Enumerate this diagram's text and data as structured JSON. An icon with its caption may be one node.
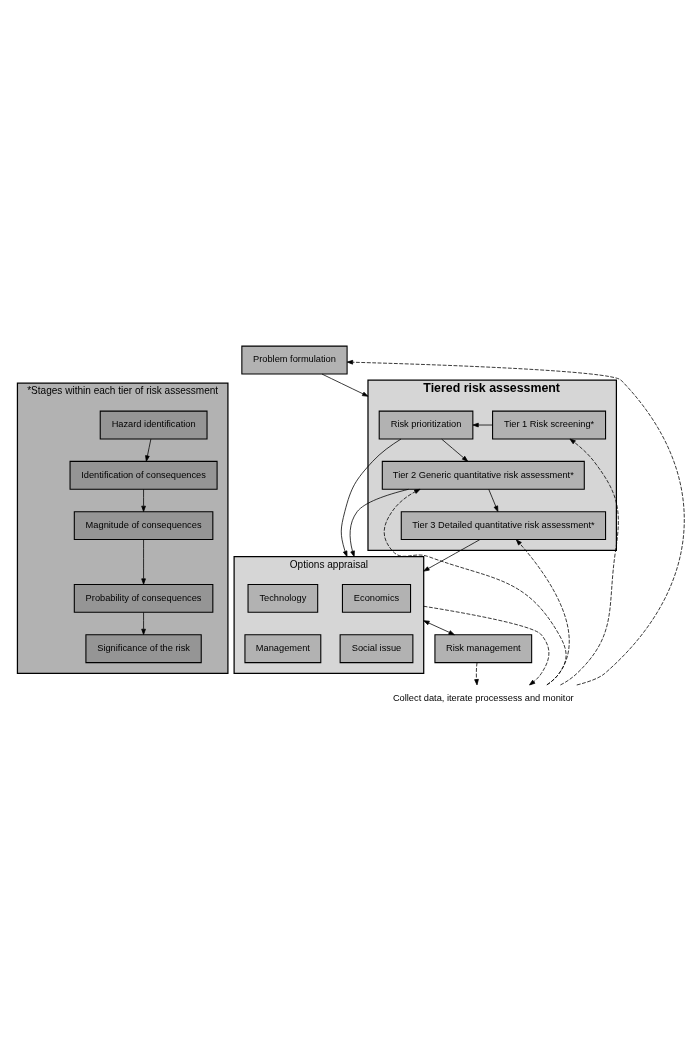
{
  "diagram": {
    "nodes": [
      {
        "text": [
          "Problem formulation"
        ]
      },
      {
        "text": [
          "Tiered risk assessment"
        ]
      },
      {
        "text": [
          "Risk prioritization"
        ],
        "in": 1
      },
      {
        "text": [
          "Tier 1 Risk screening*"
        ],
        "in": 1
      },
      {
        "text": [
          "Tier 2 Generic quantitative risk assessment*"
        ],
        "in": 1
      },
      {
        "text": [
          "Tier 3 Detailed quantitative risk assessment*"
        ],
        "in": 1
      },
      {
        "text": [
          "*Stages within each tier of risk assessment"
        ]
      },
      {
        "text": [
          "Hazard identification"
        ],
        "in": 6
      },
      {
        "text": [
          "Identification of consequences"
        ],
        "in": 6
      },
      {
        "text": [
          "Magnitude of consequences"
        ],
        "in": 6
      },
      {
        "text": [
          "Probability of consequences"
        ],
        "in": 6
      },
      {
        "text": [
          "Significance of the risk"
        ],
        "in": 6
      },
      {
        "text": [
          "Options appraisal"
        ]
      },
      {
        "text": [
          "Economics"
        ],
        "in": 12
      },
      {
        "text": [
          "Technology"
        ],
        "in": 12
      },
      {
        "text": [
          "Social issue"
        ],
        "in": 12
      },
      {
        "text": [
          "Management"
        ],
        "in": 12
      },
      {
        "text": [
          "Risk management"
        ]
      },
      {
        "text": [
          "Collect data, iterate processess and monitor"
        ]
      }
    ],
    "edges": [
      {
        "from": 0,
        "to": 1,
        "arrow": "to"
      },
      {
        "from": 3,
        "to": 2,
        "arrow": "to"
      },
      {
        "from": 2,
        "to": 4,
        "arrow": "to"
      },
      {
        "from": 4,
        "to": 5,
        "arrow": "to"
      },
      {
        "from": 2,
        "to": 12,
        "arrow": "to"
      },
      {
        "from": 4,
        "to": 12,
        "arrow": "to"
      },
      {
        "from": 5,
        "to": 12,
        "arrow": "to"
      },
      {
        "from": 7,
        "to": 8,
        "arrow": "to"
      },
      {
        "from": 8,
        "to": 9,
        "arrow": "to"
      },
      {
        "from": 9,
        "to": 10,
        "arrow": "to"
      },
      {
        "from": 10,
        "to": 11,
        "arrow": "to"
      },
      {
        "from": 12,
        "to": 17,
        "arrow": "both"
      },
      {
        "from": 12,
        "to": 18,
        "arrow": "to",
        "style": "dashed"
      },
      {
        "from": 17,
        "to": 18,
        "arrow": "to",
        "style": "dashed"
      },
      {
        "from": 18,
        "to": 0,
        "arrow": "to",
        "style": "dashed"
      },
      {
        "from": 18,
        "to": 3,
        "arrow": "to",
        "style": "dashed"
      },
      {
        "from": 18,
        "to": 4,
        "arrow": "to",
        "style": "dashed"
      },
      {
        "from": 18,
        "to": 5,
        "arrow": "to",
        "style": "dashed"
      }
    ]
  }
}
